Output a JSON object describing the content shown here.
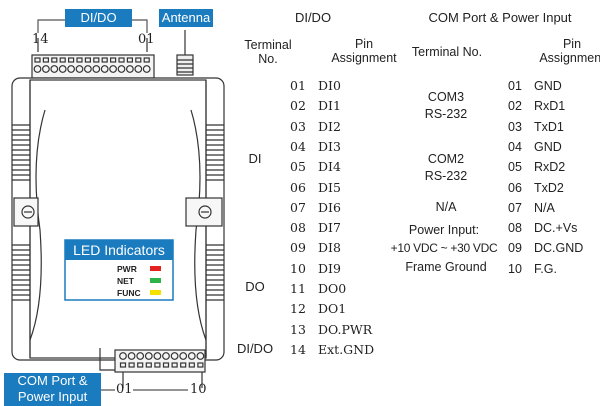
{
  "device": {
    "didoTag": "DI/DO",
    "didoLeft": "14",
    "didoRight": "01",
    "antennaTag": "Antenna",
    "led": {
      "title": "LED Indicators",
      "items": [
        {
          "label": "PWR",
          "color": "#e52222"
        },
        {
          "label": "NET",
          "color": "#2db34a"
        },
        {
          "label": "FUNC",
          "color": "#f5e100"
        }
      ]
    },
    "comTag": [
      "COM Port &",
      "Power Input"
    ],
    "comLeft": "01",
    "comRight": "10",
    "accent": "#1a7bbf"
  },
  "dido": {
    "title": "DI/DO",
    "headers": {
      "terminal": [
        "Terminal",
        "No."
      ],
      "pin": [
        "Pin",
        "Assignment"
      ]
    },
    "groups": [
      {
        "label": "DI"
      },
      {
        "label": "DO"
      },
      {
        "label": "DI/DO"
      }
    ],
    "rows": [
      [
        "01",
        "DI0"
      ],
      [
        "02",
        "DI1"
      ],
      [
        "03",
        "DI2"
      ],
      [
        "04",
        "DI3"
      ],
      [
        "05",
        "DI4"
      ],
      [
        "06",
        "DI5"
      ],
      [
        "07",
        "DI6"
      ],
      [
        "08",
        "DI7"
      ],
      [
        "09",
        "DI8"
      ],
      [
        "10",
        "DI9"
      ],
      [
        "11",
        "DO0"
      ],
      [
        "12",
        "DO1"
      ],
      [
        "13",
        "DO.PWR"
      ],
      [
        "14",
        "Ext.GND"
      ]
    ]
  },
  "com": {
    "title": "COM Port & Power Input",
    "headers": {
      "terminal": "Terminal No.",
      "pin": [
        "Pin",
        "Assignment"
      ]
    },
    "groups": [
      [
        "COM3",
        "RS-232"
      ],
      [
        "COM2",
        "RS-232"
      ],
      [
        "N/A"
      ],
      [
        "Power Input:",
        "+10 VDC ~ +30 VDC"
      ],
      [
        "Frame Ground"
      ]
    ],
    "rows": [
      [
        "01",
        "GND"
      ],
      [
        "02",
        "RxD1"
      ],
      [
        "03",
        "TxD1"
      ],
      [
        "04",
        "GND"
      ],
      [
        "05",
        "RxD2"
      ],
      [
        "06",
        "TxD2"
      ],
      [
        "07",
        "N/A"
      ],
      [
        "08",
        "DC.+Vs"
      ],
      [
        "09",
        "DC.GND"
      ],
      [
        "10",
        "F.G."
      ]
    ]
  }
}
